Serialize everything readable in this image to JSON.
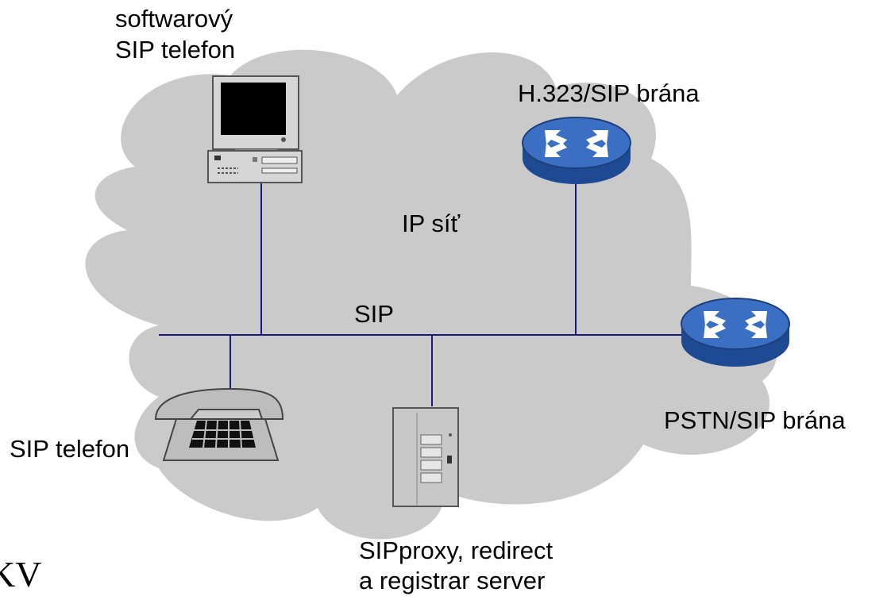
{
  "labels": {
    "softphone_line1": "softwarový",
    "softphone_line2": "SIP telefon",
    "h323_gateway": "H.323/SIP brána",
    "ip_network": "IP síť",
    "bus": "SIP",
    "pstn_gateway": "PSTN/SIP brána",
    "sip_phone": "SIP telefon",
    "server_line1": "SIPproxy, redirect",
    "server_line2": "a registrar server",
    "corner_fragment": "KV"
  },
  "colors": {
    "cloud": "#cacaca",
    "line": "#1a1a7a",
    "router_top": "#3a6fc4",
    "router_side": "#1e4a94",
    "device_gray": "#c8c8c8",
    "device_dark": "#3a3a3a"
  },
  "icons": [
    "desktop-computer-icon",
    "router-icon",
    "router-icon",
    "desk-phone-icon",
    "server-tower-icon"
  ]
}
